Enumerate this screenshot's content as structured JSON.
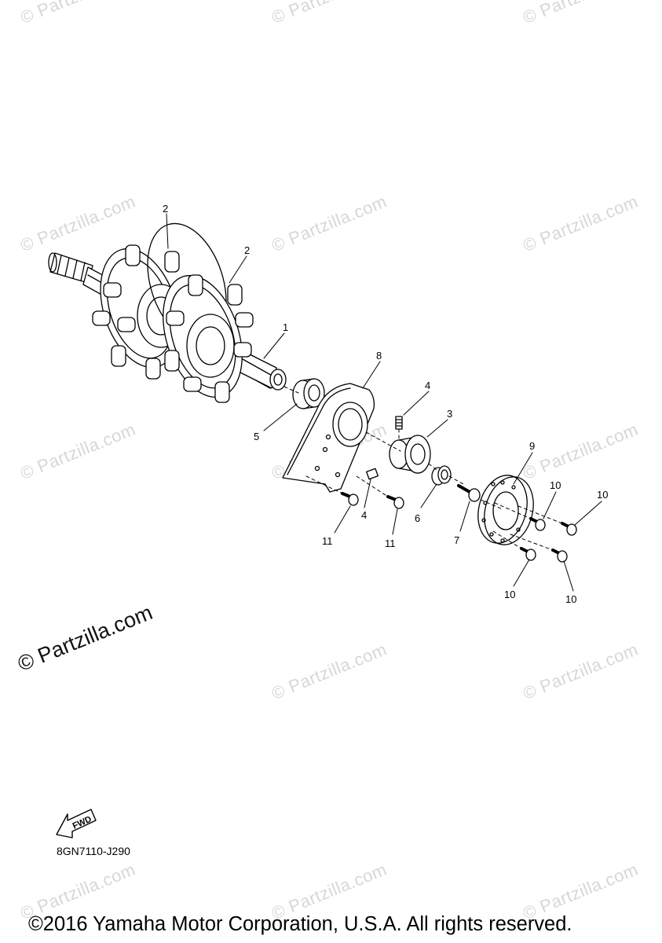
{
  "watermark": "© Partzilla.com",
  "big_watermark": "© Partzilla.com",
  "fwd_label": "FWD",
  "diagram_code": "8GN7110-J290",
  "copyright": "©2016 Yamaha Motor Corporation, U.S.A. All rights reserved.",
  "callouts": {
    "c1": "1",
    "c2a": "2",
    "c2b": "2",
    "c3": "3",
    "c4a": "4",
    "c4b": "4",
    "c5": "5",
    "c6": "6",
    "c7": "7",
    "c8": "8",
    "c9": "9",
    "c10a": "10",
    "c10b": "10",
    "c10c": "10",
    "c10d": "10",
    "c11a": "11",
    "c11b": "11"
  }
}
